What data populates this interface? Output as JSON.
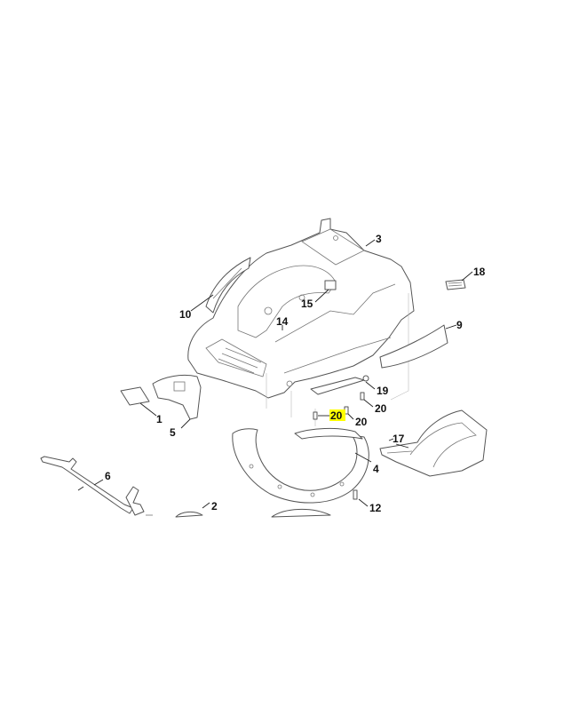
{
  "diagram": {
    "highlight_color": "#ffff00",
    "line_color": "#555555",
    "callouts": [
      {
        "id": "c3",
        "label": "3"
      },
      {
        "id": "c18",
        "label": "18"
      },
      {
        "id": "c10",
        "label": "10"
      },
      {
        "id": "c15",
        "label": "15"
      },
      {
        "id": "c14",
        "label": "14"
      },
      {
        "id": "c9",
        "label": "9"
      },
      {
        "id": "c19",
        "label": "19"
      },
      {
        "id": "c20a",
        "label": "20"
      },
      {
        "id": "c20hl",
        "label": "20",
        "highlighted": true
      },
      {
        "id": "c20b",
        "label": "20"
      },
      {
        "id": "c1",
        "label": "1"
      },
      {
        "id": "c5",
        "label": "5"
      },
      {
        "id": "c17",
        "label": "17"
      },
      {
        "id": "c4",
        "label": "4"
      },
      {
        "id": "c6",
        "label": "6"
      },
      {
        "id": "c2",
        "label": "2"
      },
      {
        "id": "c12",
        "label": "12"
      }
    ]
  }
}
